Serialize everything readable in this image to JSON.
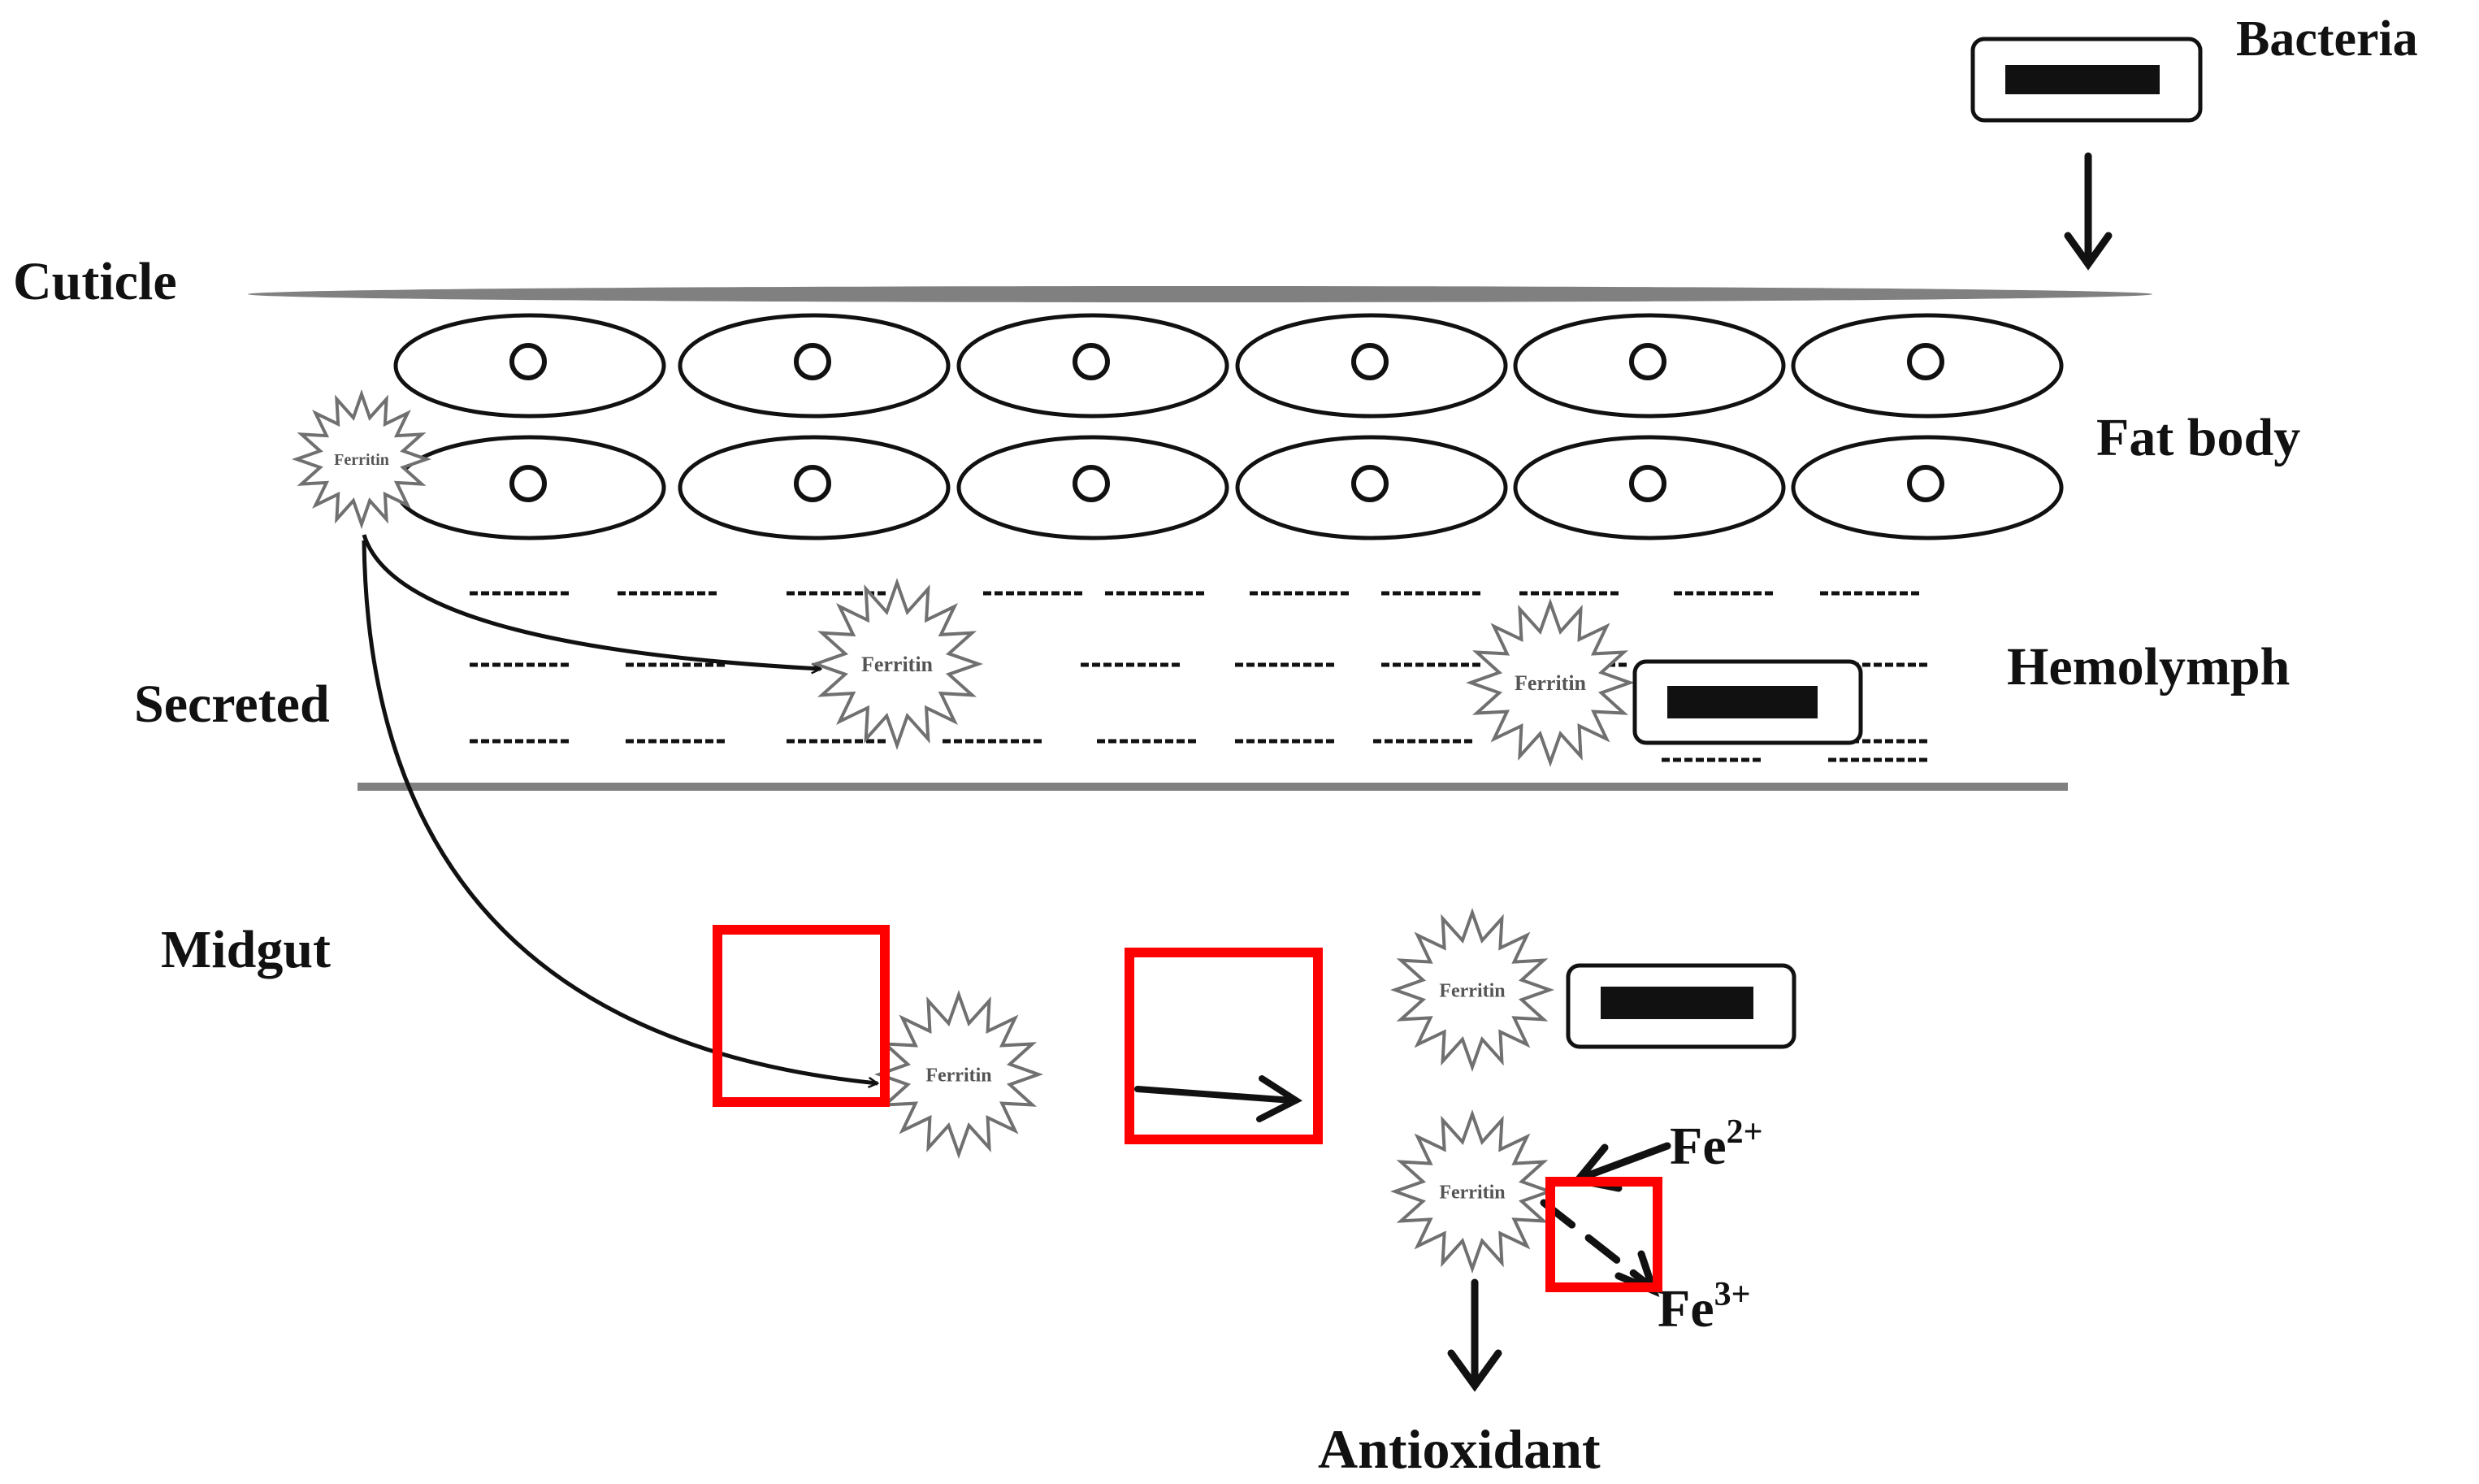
{
  "labels": {
    "bacteria": "Bacteria",
    "cuticle": "Cuticle",
    "fat_body": "Fat body",
    "hemolymph": "Hemolymph",
    "secreted": "Secreted",
    "midgut": "Midgut",
    "fe2_base": "Fe",
    "fe2_sup": "2+",
    "fe3_base": "Fe",
    "fe3_sup": "3+",
    "antioxidant": "Antioxidant"
  },
  "ferritin_label": "Ferritin",
  "colors": {
    "line": "#111111",
    "membrane": "#808080",
    "ferritin_outline": "#707070",
    "highlight": "#ff0000"
  }
}
